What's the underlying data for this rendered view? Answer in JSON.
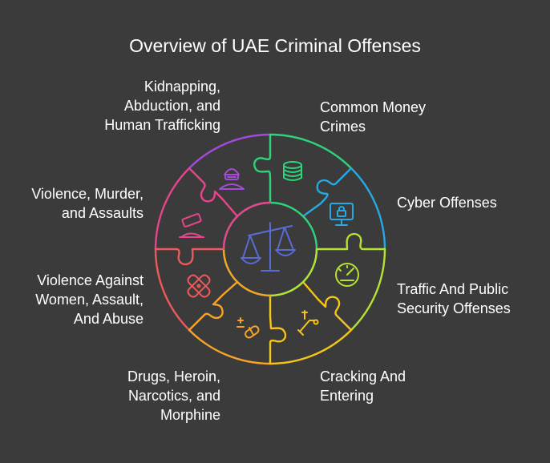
{
  "title": "Overview of UAE Criminal Offenses",
  "colors": {
    "background": "#3b3b3b",
    "green": "#2ed47a",
    "cyan": "#27a9e1",
    "lime": "#b6e234",
    "yellow": "#f5c518",
    "orange": "#f7a325",
    "red": "#f0595c",
    "pink": "#e8448e",
    "purple": "#a24bd6",
    "center": "#5b6bd6"
  },
  "segments": [
    {
      "id": "money",
      "lines": [
        "Common Money",
        "Crimes"
      ],
      "icon": "coins-icon"
    },
    {
      "id": "cyber",
      "lines": [
        "Cyber Offenses"
      ],
      "icon": "computer-lock-icon"
    },
    {
      "id": "traffic",
      "lines": [
        "Traffic And Public",
        "Security Offenses"
      ],
      "icon": "speedometer-icon"
    },
    {
      "id": "cracking",
      "lines": [
        "Cracking And",
        "Entering"
      ],
      "icon": "crowbar-icon"
    },
    {
      "id": "drugs",
      "lines": [
        "Drugs, Heroin,",
        "Narcotics, and",
        "Morphine"
      ],
      "icon": "pills-icon"
    },
    {
      "id": "women",
      "lines": [
        "Violence Against",
        "Women, Assault,",
        "And Abuse"
      ],
      "icon": "bandage-icon"
    },
    {
      "id": "violence",
      "lines": [
        "Violence, Murder,",
        "and Assaults"
      ],
      "icon": "blade-icon"
    },
    {
      "id": "kidnapping",
      "lines": [
        "Kidnapping,",
        "Abduction, and",
        "Human Trafficking"
      ],
      "icon": "masked-person-icon"
    }
  ],
  "center_icon": "scales-icon"
}
